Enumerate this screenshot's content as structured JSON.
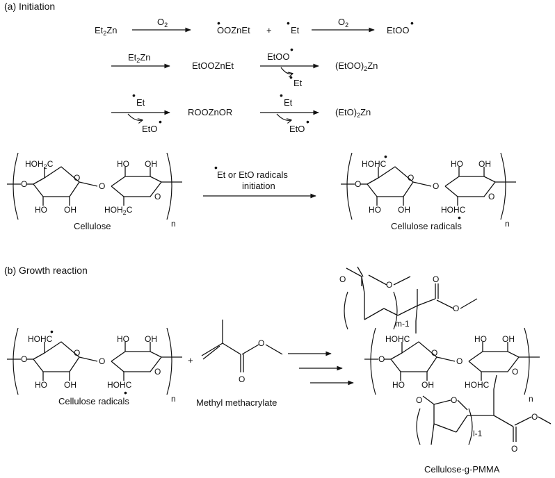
{
  "section_a": {
    "title": "(a) Initiation",
    "row1": {
      "reactant": "Et",
      "reactant_sub": "2",
      "reactant_tail": "Zn",
      "arrow1_label": "O",
      "arrow1_label_sub": "2",
      "product1": "OOZnEt",
      "plus": "+",
      "radical": "Et",
      "arrow2_label": "O",
      "arrow2_label_sub": "2",
      "product2": "EtOO"
    },
    "row2": {
      "arrow1_label": "Et",
      "arrow1_label_sub": "2",
      "arrow1_label_tail": "Zn",
      "intermediate": "EtOOZnEt",
      "arrow2_label": "EtOO",
      "arrow2_byproduct": "Et",
      "product": "(EtOO)",
      "product_sub": "2",
      "product_tail": "Zn"
    },
    "row3": {
      "arrow1_label": "Et",
      "arrow1_byproduct": "EtO",
      "intermediate": "ROOZnOR",
      "arrow2_label": "Et",
      "arrow2_byproduct": "EtO",
      "product": "(EtO)",
      "product_sub": "2",
      "product_tail": "Zn"
    },
    "arrow_label_line1": "Et or EtO radicals",
    "arrow_label_line2": "initiation",
    "reactant_name": "Cellulose",
    "product_name": "Cellulose radicals"
  },
  "section_b": {
    "title": "(b) Growth reaction",
    "plus": "+",
    "reactant1_name": "Cellulose radicals",
    "reactant2_name": "Methyl methacrylate",
    "product_name": "Cellulose-g-PMMA",
    "upper_repeat": "m-1",
    "lower_repeat": "l-1"
  },
  "atoms": {
    "hoh2c": "HOH2C",
    "hoh2c_sub": "2",
    "hohc": "HOHC",
    "hohc_short": "HOHC",
    "oh": "OH",
    "ho": "HO",
    "o": "O",
    "n": "n"
  }
}
